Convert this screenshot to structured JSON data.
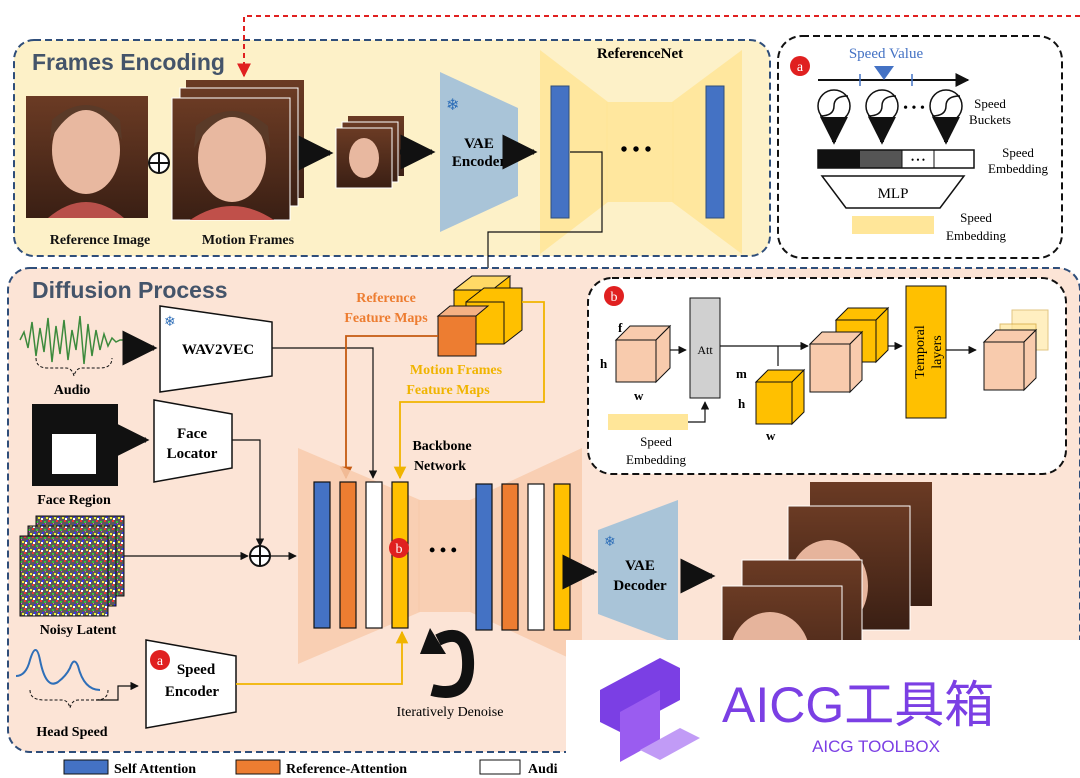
{
  "sections": {
    "frames_encoding": "Frames Encoding",
    "diffusion_process": "Diffusion Process"
  },
  "labels": {
    "reference_image": "Reference Image",
    "motion_frames": "Motion Frames",
    "vae_encoder_1": "VAE",
    "vae_encoder_2": "Encoder",
    "referencenet": "ReferenceNet",
    "ellipsis": "• • •",
    "audio": "Audio",
    "wav2vec": "WAV2VEC",
    "face_region": "Face Region",
    "face_locator_1": "Face",
    "face_locator_2": "Locator",
    "noisy_latent": "Noisy Latent",
    "head_speed": "Head Speed",
    "speed_encoder_1": "Speed",
    "speed_encoder_2": "Encoder",
    "ref_maps_1": "Reference",
    "ref_maps_2": "Feature Maps",
    "motion_maps_1": "Motion Frames",
    "motion_maps_2": "Feature Maps",
    "backbone_1": "Backbone",
    "backbone_2": "Network",
    "vae_decoder_1": "VAE",
    "vae_decoder_2": "Decoder",
    "iteratively_denoise": "Iteratively Denoise",
    "badge_a": "a",
    "badge_b": "b"
  },
  "panel_a": {
    "speed_value": "Speed Value",
    "speed_buckets_1": "Speed",
    "speed_buckets_2": "Buckets",
    "speed_embedding_right_1": "Speed",
    "speed_embedding_right_2": "Embedding",
    "mlp": "MLP",
    "speed_embedding_bottom_1": "Speed",
    "speed_embedding_bottom_2": "Embedding",
    "dots": "• • •",
    "cell_dots": "• • •"
  },
  "panel_b": {
    "f": "f",
    "h1": "h",
    "w1": "w",
    "att": "Att",
    "m": "m",
    "h2": "h",
    "w2": "w",
    "temporal_layers_1": "Temporal",
    "temporal_layers_2": "layers",
    "speed_embedding_1": "Speed",
    "speed_embedding_2": "Embedding"
  },
  "legend": {
    "self_attention": "Self Attention",
    "reference_attention": "Reference-Attention",
    "audio_attention": "Audi"
  },
  "watermark": {
    "title": "AICG工具箱",
    "subtitle": "AICG TOOLBOX"
  },
  "colors": {
    "blue_layer": "#4472C4",
    "orange_layer": "#ED7D31",
    "yellow_layer": "#FFC000",
    "frames_bg": "#FDF1C8",
    "diffusion_bg": "#FCE4D6",
    "dashed_red": "#E02020",
    "watermark_purple": "#7B3FE4"
  }
}
